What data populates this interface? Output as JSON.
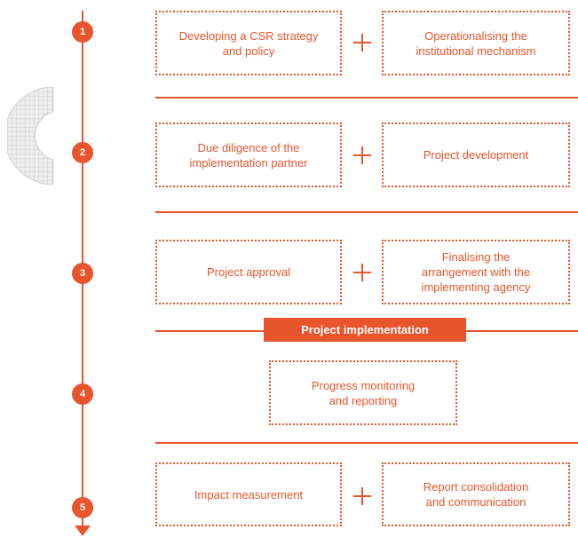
{
  "steps": [
    "1",
    "2",
    "3",
    "4",
    "5"
  ],
  "rows": [
    {
      "left": "Developing a CSR strategy\nand policy",
      "right": "Operationalising the\ninstitutional mechanism"
    },
    {
      "left": "Due diligence of the\nimplementation partner",
      "right": "Project development"
    },
    {
      "left": "Project approval",
      "right": "Finalising the\narrangement with the\nimplementing agency"
    },
    {
      "center": "Progress monitoring\nand reporting"
    },
    {
      "left": "Impact measurement",
      "right": "Report consolidation\nand communication"
    }
  ],
  "banner": "Project implementation",
  "colors": {
    "accent": "#e8552d",
    "background": "#ffffff",
    "deco_grid": "#c8c8c8"
  }
}
